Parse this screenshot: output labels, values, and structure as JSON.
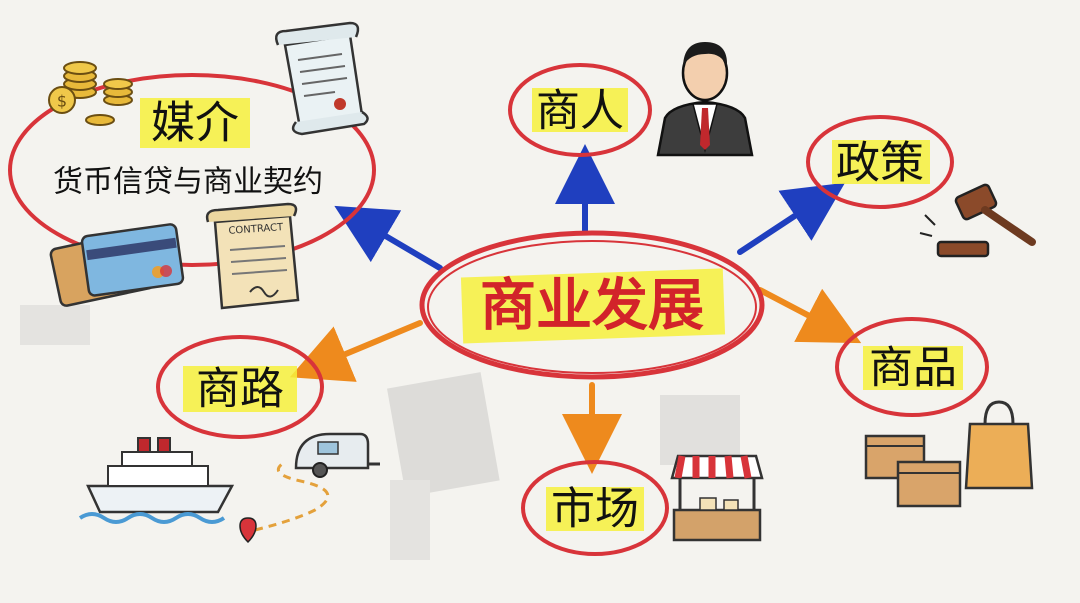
{
  "center": {
    "label": "商业发展"
  },
  "nodes": {
    "media": {
      "title": "媒介",
      "subtitle": "货币信贷与商业契约"
    },
    "merchant": {
      "label": "商人"
    },
    "policy": {
      "label": "政策"
    },
    "goods": {
      "label": "商品"
    },
    "market": {
      "label": "市场"
    },
    "trade_route": {
      "label": "商路"
    }
  },
  "illustrations": {
    "contract_text": "CONTRACT",
    "coin_symbol": "$"
  },
  "colors": {
    "circle_red": "#d8343a",
    "highlight_yellow": "#f6f03c",
    "arrow_blue": "#1f3fbf",
    "arrow_orange": "#ee8a1d"
  }
}
